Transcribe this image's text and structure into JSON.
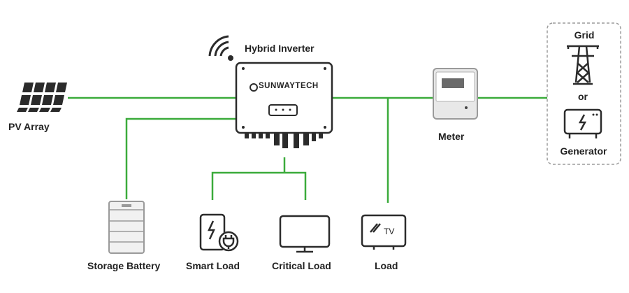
{
  "labels": {
    "pv_array": "PV Array",
    "hybrid_inverter": "Hybrid Inverter",
    "inverter_brand": "SUNWAYTECH",
    "meter": "Meter",
    "grid": "Grid",
    "or": "or",
    "generator": "Generator",
    "storage_battery": "Storage Battery",
    "smart_load": "Smart Load",
    "critical_load": "Critical Load",
    "load": "Load",
    "tv": "TV"
  },
  "colors": {
    "line": "#3bab3b",
    "icon_dark": "#2b2b2b",
    "device_grey": "#9a9a9a",
    "device_light": "#e8e8e8",
    "dashed_box": "#9c9c9c"
  },
  "icons": [
    "wifi-icon",
    "solar-panel-icon",
    "inverter-icon",
    "meter-icon",
    "grid-tower-icon",
    "generator-icon",
    "battery-icon",
    "smart-load-icon",
    "monitor-icon",
    "tv-icon"
  ]
}
